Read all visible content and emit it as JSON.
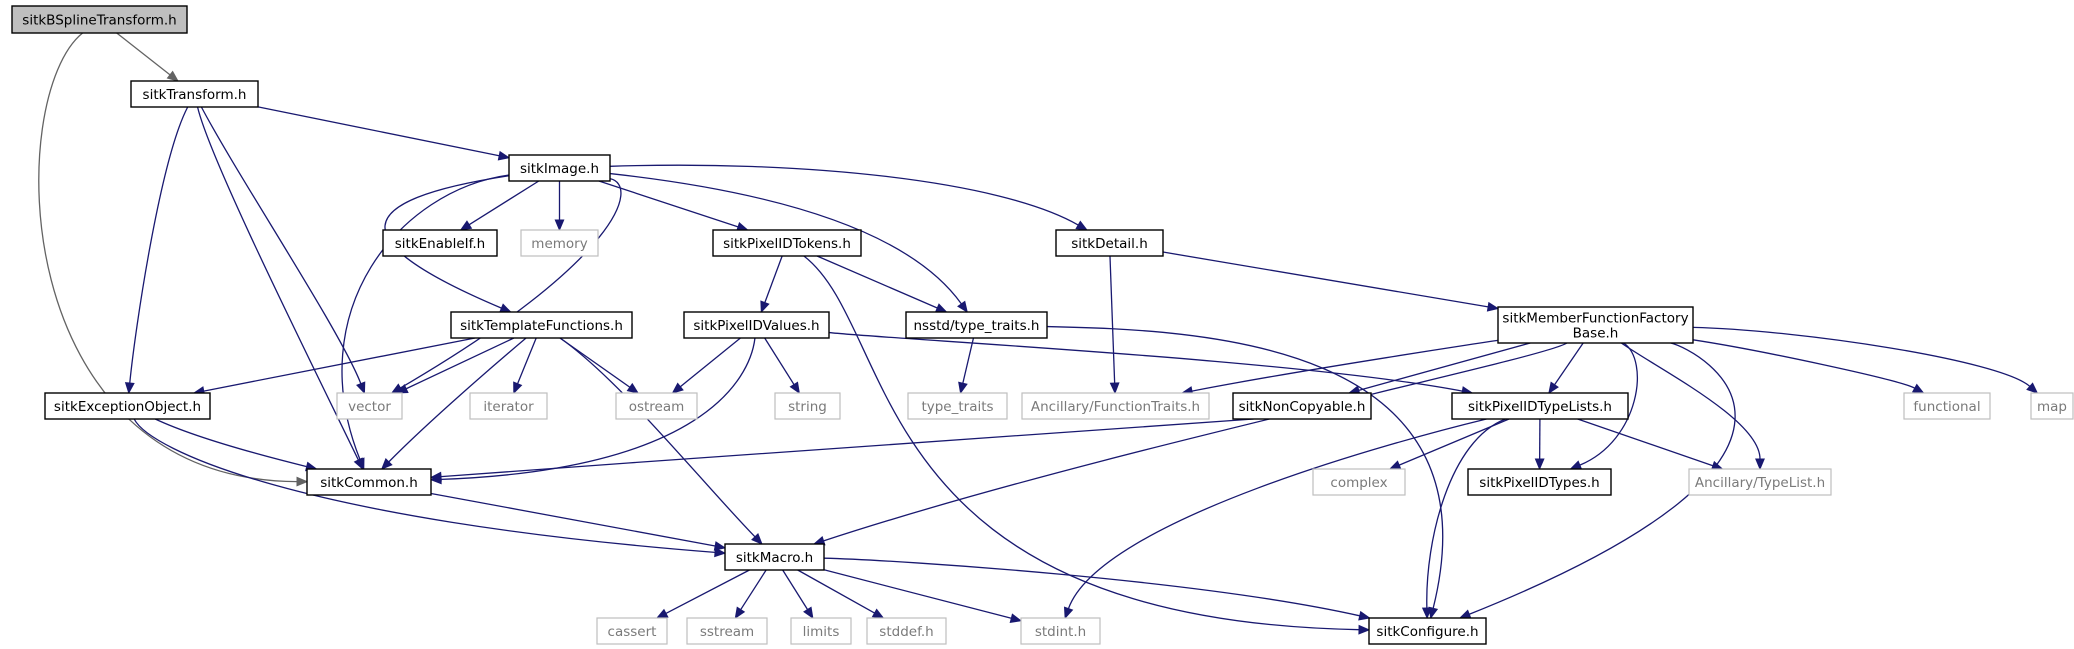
{
  "diagram": {
    "nodes": [
      {
        "id": "bspline",
        "label": "sitkBSplineTransform.h",
        "kind": "root"
      },
      {
        "id": "transform",
        "label": "sitkTransform.h",
        "kind": "file"
      },
      {
        "id": "image",
        "label": "sitkImage.h",
        "kind": "file"
      },
      {
        "id": "enableif",
        "label": "sitkEnableIf.h",
        "kind": "file"
      },
      {
        "id": "memory",
        "label": "memory",
        "kind": "external"
      },
      {
        "id": "pixelidtokens",
        "label": "sitkPixelIDTokens.h",
        "kind": "file"
      },
      {
        "id": "detail",
        "label": "sitkDetail.h",
        "kind": "file"
      },
      {
        "id": "templatefunctions",
        "label": "sitkTemplateFunctions.h",
        "kind": "file"
      },
      {
        "id": "pixelidvalues",
        "label": "sitkPixelIDValues.h",
        "kind": "file"
      },
      {
        "id": "nsstd_type_traits",
        "label": "nsstd/type_traits.h",
        "kind": "file"
      },
      {
        "id": "mffb",
        "label": [
          "sitkMemberFunctionFactory",
          "Base.h"
        ],
        "kind": "file"
      },
      {
        "id": "exceptionobject",
        "label": "sitkExceptionObject.h",
        "kind": "file"
      },
      {
        "id": "vector",
        "label": "vector",
        "kind": "external"
      },
      {
        "id": "iterator",
        "label": "iterator",
        "kind": "external"
      },
      {
        "id": "ostream",
        "label": "ostream",
        "kind": "external"
      },
      {
        "id": "string",
        "label": "string",
        "kind": "external"
      },
      {
        "id": "type_traits",
        "label": "type_traits",
        "kind": "external"
      },
      {
        "id": "functiontraits",
        "label": "Ancillary/FunctionTraits.h",
        "kind": "external"
      },
      {
        "id": "noncopyable",
        "label": "sitkNonCopyable.h",
        "kind": "file"
      },
      {
        "id": "pixelidtypelists",
        "label": "sitkPixelIDTypeLists.h",
        "kind": "file"
      },
      {
        "id": "functional",
        "label": "functional",
        "kind": "external"
      },
      {
        "id": "map",
        "label": "map",
        "kind": "external"
      },
      {
        "id": "common",
        "label": "sitkCommon.h",
        "kind": "file"
      },
      {
        "id": "complex",
        "label": "complex",
        "kind": "external"
      },
      {
        "id": "pixelidtypes",
        "label": "sitkPixelIDTypes.h",
        "kind": "file"
      },
      {
        "id": "typelist",
        "label": "Ancillary/TypeList.h",
        "kind": "external"
      },
      {
        "id": "macro",
        "label": "sitkMacro.h",
        "kind": "file"
      },
      {
        "id": "cassert",
        "label": "cassert",
        "kind": "external"
      },
      {
        "id": "sstream",
        "label": "sstream",
        "kind": "external"
      },
      {
        "id": "limits",
        "label": "limits",
        "kind": "external"
      },
      {
        "id": "stddef",
        "label": "stddef.h",
        "kind": "external"
      },
      {
        "id": "stdint",
        "label": "stdint.h",
        "kind": "external"
      },
      {
        "id": "configure",
        "label": "sitkConfigure.h",
        "kind": "file"
      }
    ],
    "edges": [
      {
        "from": "bspline",
        "to": "transform",
        "style": "grey"
      },
      {
        "from": "bspline",
        "to": "common",
        "style": "grey"
      },
      {
        "from": "transform",
        "to": "image"
      },
      {
        "from": "transform",
        "to": "exceptionobject"
      },
      {
        "from": "transform",
        "to": "vector"
      },
      {
        "from": "transform",
        "to": "common"
      },
      {
        "from": "image",
        "to": "enableif"
      },
      {
        "from": "image",
        "to": "memory"
      },
      {
        "from": "image",
        "to": "pixelidtokens"
      },
      {
        "from": "image",
        "to": "detail"
      },
      {
        "from": "image",
        "to": "templatefunctions"
      },
      {
        "from": "image",
        "to": "nsstd_type_traits"
      },
      {
        "from": "image",
        "to": "vector"
      },
      {
        "from": "image",
        "to": "common"
      },
      {
        "from": "pixelidtokens",
        "to": "pixelidvalues"
      },
      {
        "from": "pixelidtokens",
        "to": "nsstd_type_traits"
      },
      {
        "from": "pixelidtokens",
        "to": "configure"
      },
      {
        "from": "detail",
        "to": "mffb"
      },
      {
        "from": "detail",
        "to": "functiontraits"
      },
      {
        "from": "templatefunctions",
        "to": "exceptionobject"
      },
      {
        "from": "templatefunctions",
        "to": "vector"
      },
      {
        "from": "templatefunctions",
        "to": "iterator"
      },
      {
        "from": "templatefunctions",
        "to": "ostream"
      },
      {
        "from": "templatefunctions",
        "to": "common"
      },
      {
        "from": "templatefunctions",
        "to": "macro"
      },
      {
        "from": "pixelidvalues",
        "to": "ostream"
      },
      {
        "from": "pixelidvalues",
        "to": "string"
      },
      {
        "from": "pixelidvalues",
        "to": "common"
      },
      {
        "from": "pixelidvalues",
        "to": "pixelidtypelists"
      },
      {
        "from": "nsstd_type_traits",
        "to": "type_traits"
      },
      {
        "from": "nsstd_type_traits",
        "to": "configure"
      },
      {
        "from": "mffb",
        "to": "functiontraits"
      },
      {
        "from": "mffb",
        "to": "noncopyable"
      },
      {
        "from": "mffb",
        "to": "pixelidtypelists"
      },
      {
        "from": "mffb",
        "to": "pixelidtypes"
      },
      {
        "from": "mffb",
        "to": "typelist"
      },
      {
        "from": "mffb",
        "to": "functional"
      },
      {
        "from": "mffb",
        "to": "map"
      },
      {
        "from": "mffb",
        "to": "macro"
      },
      {
        "from": "mffb",
        "to": "configure"
      },
      {
        "from": "exceptionobject",
        "to": "common"
      },
      {
        "from": "exceptionobject",
        "to": "macro"
      },
      {
        "from": "noncopyable",
        "to": "common"
      },
      {
        "from": "pixelidtypelists",
        "to": "complex"
      },
      {
        "from": "pixelidtypelists",
        "to": "pixelidtypes"
      },
      {
        "from": "pixelidtypelists",
        "to": "typelist"
      },
      {
        "from": "pixelidtypelists",
        "to": "stdint"
      },
      {
        "from": "pixelidtypelists",
        "to": "configure"
      },
      {
        "from": "common",
        "to": "macro"
      },
      {
        "from": "macro",
        "to": "cassert"
      },
      {
        "from": "macro",
        "to": "sstream"
      },
      {
        "from": "macro",
        "to": "limits"
      },
      {
        "from": "macro",
        "to": "stddef"
      },
      {
        "from": "macro",
        "to": "stdint"
      },
      {
        "from": "macro",
        "to": "configure"
      }
    ]
  }
}
